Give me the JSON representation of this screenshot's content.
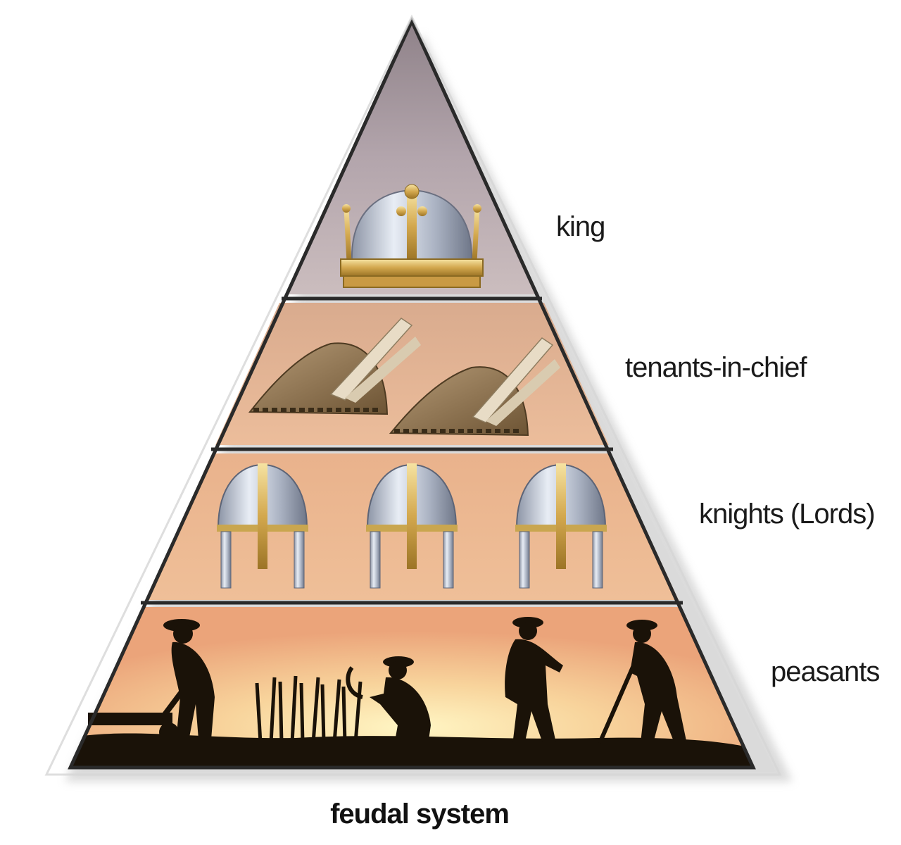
{
  "diagram": {
    "type": "hierarchy-pyramid",
    "caption": "feudal system",
    "tiers": [
      {
        "label": "king",
        "icon": "crown-icon",
        "count": 1
      },
      {
        "label": "tenants-in-chief",
        "icon": "plumed-helmet-icon",
        "count": 2
      },
      {
        "label": "knights (Lords)",
        "icon": "knight-helmet-icon",
        "count": 3
      },
      {
        "label": "peasants",
        "icon": "peasant-silhouette-icon",
        "count": 4
      }
    ]
  },
  "colors": {
    "king_band": "#b8aab0",
    "tenants_band": "#e2b494",
    "knights_band": "#eab690",
    "peasants_glow": "#fff0b8",
    "ground": "#1a1208",
    "outline": "#2a2a2a"
  }
}
